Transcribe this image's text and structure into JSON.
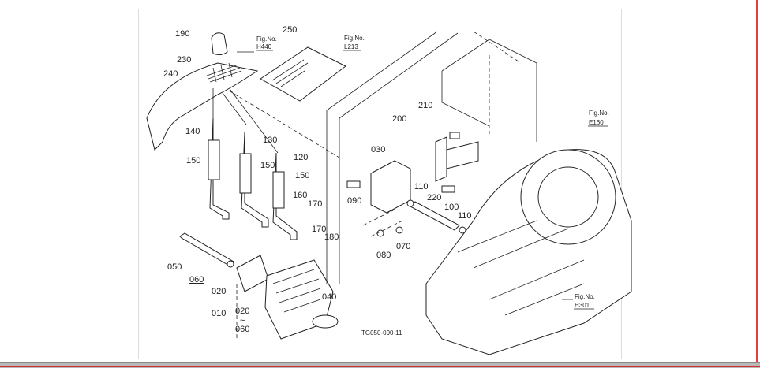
{
  "diagram": {
    "parts": {
      "p190": "190",
      "p230": "230",
      "p240": "240",
      "p250": "250",
      "p140": "140",
      "p130": "130",
      "p120": "120",
      "p150a": "150",
      "p150b": "150",
      "p150c": "150",
      "p160": "160",
      "p170a": "170",
      "p170b": "170",
      "p180": "180",
      "p050": "050",
      "p060a": "060",
      "p020a": "020",
      "p010": "010",
      "p020b": "020",
      "p060b": "060",
      "p040": "040",
      "tilde": "~",
      "p210": "210",
      "p200": "200",
      "p030": "030",
      "p090": "090",
      "p110a": "110",
      "p220": "220",
      "p100": "100",
      "p110b": "110",
      "p080": "080",
      "p070": "070"
    },
    "figrefs": {
      "h440_label": "Fig.No.",
      "h440": "H440",
      "l213_label": "Fig.No.",
      "l213": "L213",
      "e160_label": "Fig.No.",
      "e160": "E160",
      "h301_label": "Fig.No.",
      "h301": "H301"
    },
    "drawing_code": "TG050-090-11"
  }
}
